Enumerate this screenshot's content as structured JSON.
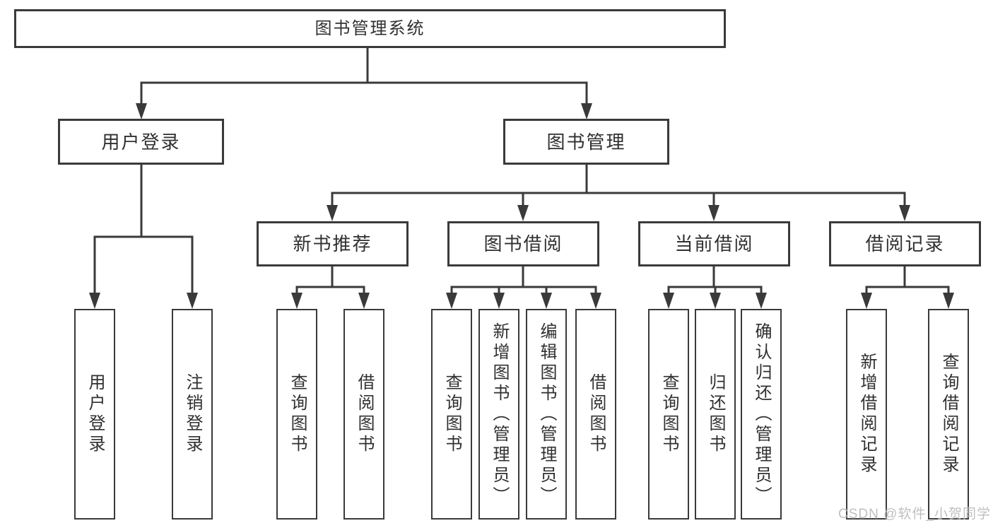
{
  "nodes": {
    "root": {
      "label": "图书管理系统"
    },
    "level2": [
      {
        "label": "用户登录"
      },
      {
        "label": "图书管理"
      }
    ],
    "level3": [
      {
        "label": "新书推荐"
      },
      {
        "label": "图书借阅"
      },
      {
        "label": "当前借阅"
      },
      {
        "label": "借阅记录"
      }
    ],
    "groups": [
      {
        "parent": "用户登录",
        "children": [
          "用户登录",
          "注销登录"
        ]
      },
      {
        "parent": "新书推荐",
        "children": [
          "查询图书",
          "借阅图书"
        ]
      },
      {
        "parent": "图书借阅",
        "children": [
          "查询图书",
          "新增图书（管理员）",
          "编辑图书（管理员）",
          "借阅图书"
        ]
      },
      {
        "parent": "当前借阅",
        "children": [
          "查询图书",
          "归还图书",
          "确认归还（管理员）"
        ]
      },
      {
        "parent": "借阅记录",
        "children": [
          "新增借阅记录",
          "查询借阅记录"
        ]
      }
    ]
  },
  "watermark": {
    "text": "CSDN @软件_小贺同学",
    "color": "#b5b5b5"
  },
  "colors": {
    "line": "#3a3a3a",
    "box_border": "#3a3a3a",
    "box_fill": "#ffffff",
    "text": "#303030",
    "background": "#ffffff"
  }
}
